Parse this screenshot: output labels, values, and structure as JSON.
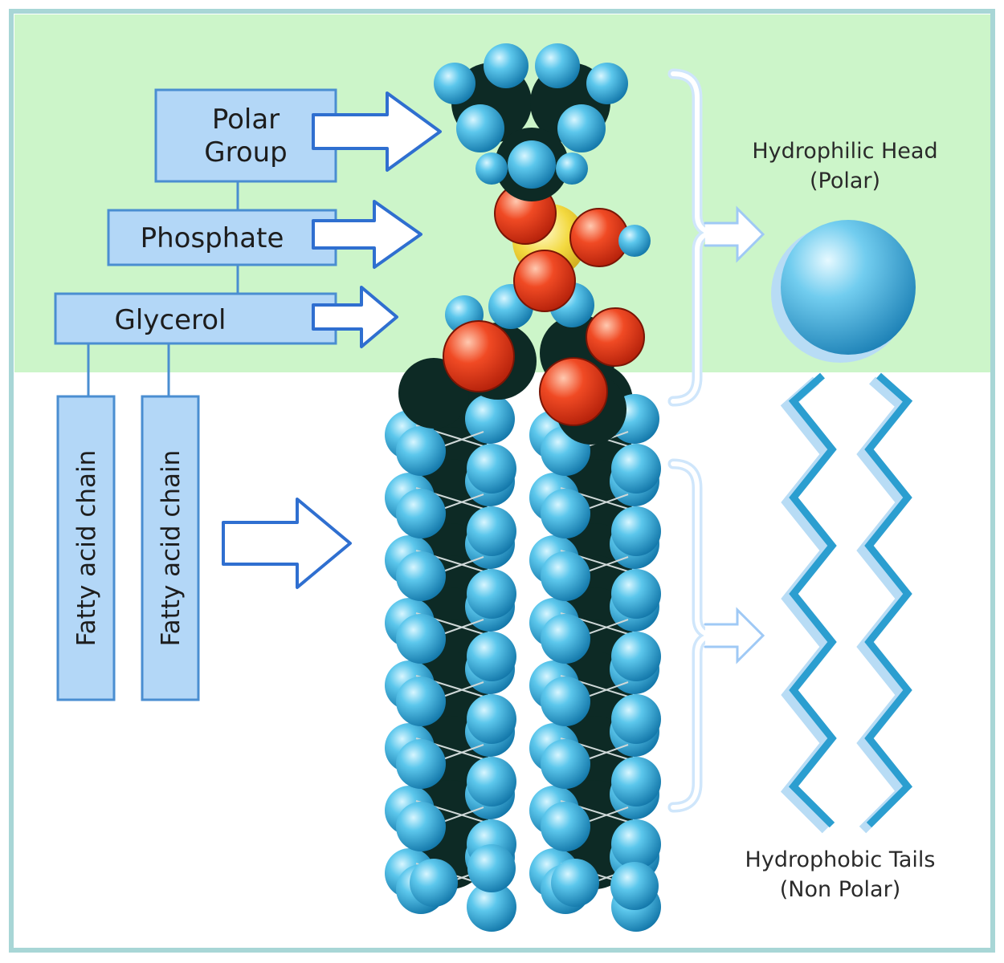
{
  "labels": {
    "polar_group_line1": "Polar",
    "polar_group_line2": "Group",
    "phosphate": "Phosphate",
    "glycerol": "Glycerol",
    "fatty_acid_chain_1": "Fatty acid chain",
    "fatty_acid_chain_2": "Fatty acid chain",
    "hydrophilic_head_line1": "Hydrophilic Head",
    "hydrophilic_head_line2": "(Polar)",
    "hydrophobic_tails_line1": "Hydrophobic Tails",
    "hydrophobic_tails_line2": "(Non Polar)"
  },
  "colors": {
    "frame": "#a8d6d6",
    "polar_region": "#ccf5c9",
    "nonpolar_region": "#ffffff",
    "label_box_fill": "#b3d7f7",
    "label_box_stroke": "#4a8ed1",
    "arrow_stroke": "#2f6fd0",
    "bracket": "#9fc9f5",
    "hydrogen_atom": "#2fa6d8",
    "carbon_atom": "#0d2a25",
    "oxygen_atom": "#e7361a",
    "phosphorus_atom": "#f1d53f",
    "schematic": "#2b9ed0"
  },
  "icons": {
    "polar_group_arrow": "right-arrow-icon",
    "phosphate_arrow": "right-arrow-icon",
    "glycerol_arrow": "right-arrow-icon",
    "fatty_acid_arrow": "right-arrow-icon",
    "head_bracket": "brace-arrow-icon",
    "tail_bracket": "brace-arrow-icon"
  }
}
